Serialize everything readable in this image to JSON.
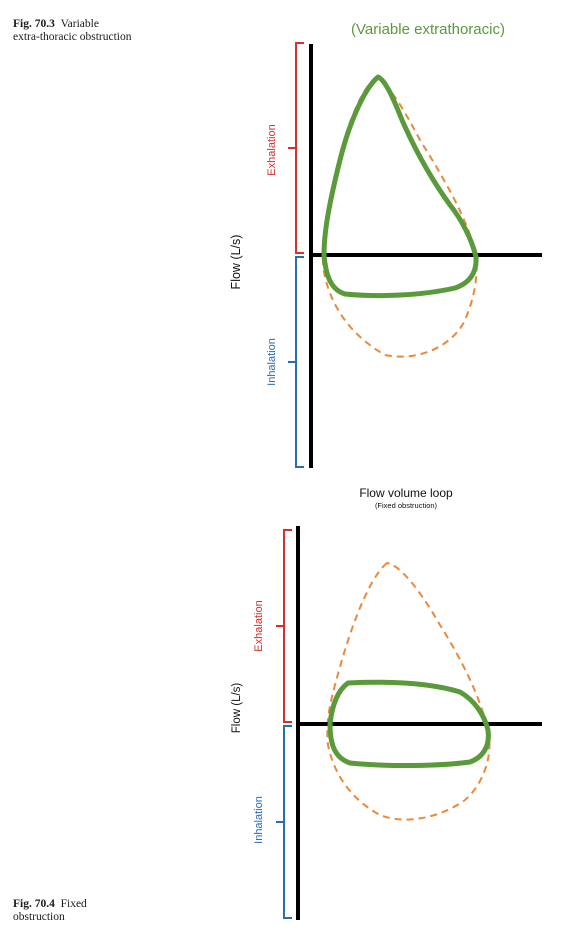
{
  "figure_top": {
    "caption_number": "Fig. 70.3",
    "caption_line1": "Variable",
    "caption_line2": "extra-thoracic obstruction",
    "title": "(Variable extrathoracic)",
    "y_axis_label": "Flow (L/s)",
    "upper_bracket_label": "Exhalation",
    "lower_bracket_label": "Inhalation"
  },
  "figure_bottom": {
    "caption_number": "Fig. 70.4",
    "caption_line1": "Fixed",
    "caption_line2": "obstruction",
    "title": "Flow volume loop",
    "subtitle": "(Fixed obstruction)",
    "y_axis_label": "Flow (L/s)",
    "upper_bracket_label": "Exhalation",
    "lower_bracket_label": "Inhalation"
  },
  "colors": {
    "obstructed_loop": "#5a9a3a",
    "normal_loop_dashed": "#e88a3a",
    "exhalation_bracket": "#d62f2f",
    "inhalation_bracket": "#2a6db0",
    "title_top": "#5a9a3a",
    "axes": "#000000"
  }
}
